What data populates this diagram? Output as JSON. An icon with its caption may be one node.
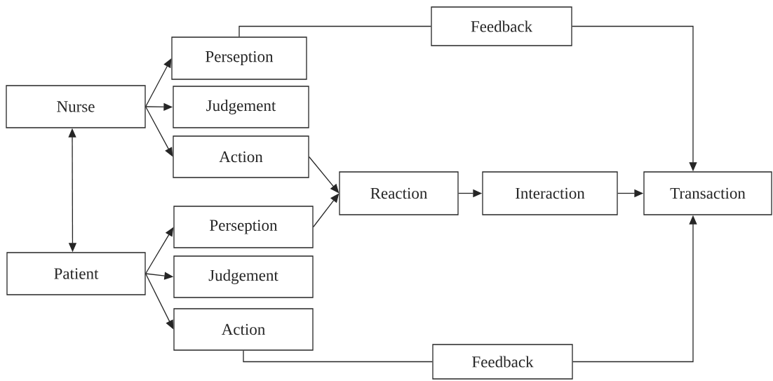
{
  "diagram": {
    "nodes": [
      {
        "text": [
          "Nurse"
        ]
      },
      {
        "text": [
          "Perseption"
        ]
      },
      {
        "text": [
          "Judgement"
        ]
      },
      {
        "text": [
          "Action"
        ]
      },
      {
        "text": [
          "Patient"
        ]
      },
      {
        "text": [
          "Perseption"
        ]
      },
      {
        "text": [
          "Judgement"
        ]
      },
      {
        "text": [
          "Action"
        ]
      },
      {
        "text": [
          "Reaction"
        ]
      },
      {
        "text": [
          "Interaction"
        ]
      },
      {
        "text": [
          "Transaction"
        ]
      },
      {
        "text": [
          "Feedback"
        ]
      },
      {
        "text": [
          "Feedback"
        ]
      }
    ],
    "edges": [
      {
        "from": 0,
        "to": 1,
        "arrow": "to"
      },
      {
        "from": 0,
        "to": 2,
        "arrow": "to"
      },
      {
        "from": 0,
        "to": 3,
        "arrow": "to"
      },
      {
        "from": 0,
        "to": 4,
        "arrow": "both"
      },
      {
        "from": 4,
        "to": 5,
        "arrow": "to"
      },
      {
        "from": 4,
        "to": 6,
        "arrow": "to"
      },
      {
        "from": 4,
        "to": 7,
        "arrow": "to"
      },
      {
        "from": 3,
        "to": 8,
        "arrow": "to"
      },
      {
        "from": 5,
        "to": 8,
        "arrow": "to"
      },
      {
        "from": 8,
        "to": 9,
        "arrow": "to"
      },
      {
        "from": 9,
        "to": 10,
        "arrow": "to"
      },
      {
        "from": 1,
        "to": 11,
        "arrow": "none"
      },
      {
        "from": 11,
        "to": 10,
        "arrow": "to"
      },
      {
        "from": 7,
        "to": 12,
        "arrow": "none"
      },
      {
        "from": 12,
        "to": 10,
        "arrow": "to"
      }
    ]
  }
}
